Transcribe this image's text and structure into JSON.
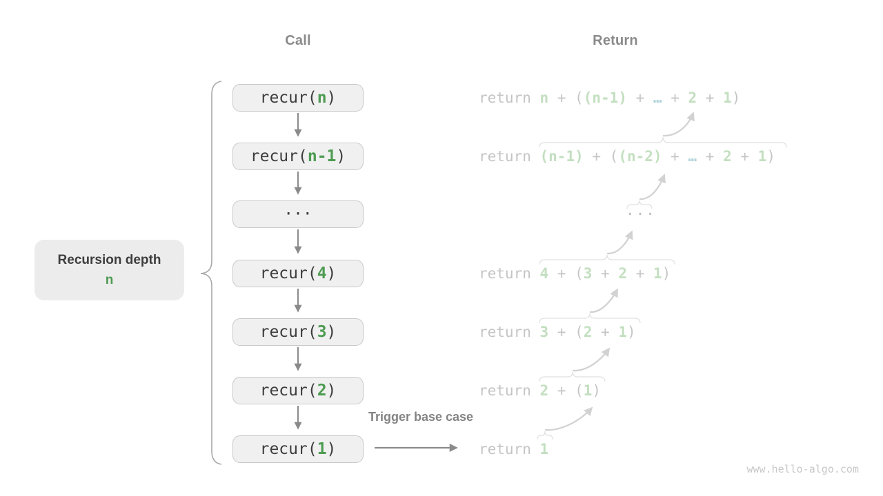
{
  "headers": {
    "call": "Call",
    "return": "Return"
  },
  "depth_label": {
    "title": "Recursion depth",
    "value": "n"
  },
  "trigger": {
    "label": "Trigger base case"
  },
  "watermark": "www.hello-algo.com",
  "colors": {
    "accent_green": "#4e9b52",
    "faded_green": "#c3dfc0",
    "faded_blue": "#aed2da",
    "box_background": "#f0f0f0",
    "box_border": "#c9c9c9",
    "header_gray": "#8a8a8a",
    "faded_gray": "#c5c5c5"
  },
  "call_boxes": [
    {
      "segments": [
        {
          "t": "recur(",
          "c": "dark"
        },
        {
          "t": "n",
          "c": "green"
        },
        {
          "t": ")",
          "c": "dark"
        }
      ]
    },
    {
      "segments": [
        {
          "t": "recur(",
          "c": "dark"
        },
        {
          "t": "n-1",
          "c": "green"
        },
        {
          "t": ")",
          "c": "dark"
        }
      ]
    },
    {
      "segments": [
        {
          "t": "···",
          "c": "dark"
        }
      ]
    },
    {
      "segments": [
        {
          "t": "recur(",
          "c": "dark"
        },
        {
          "t": "4",
          "c": "green"
        },
        {
          "t": ")",
          "c": "dark"
        }
      ]
    },
    {
      "segments": [
        {
          "t": "recur(",
          "c": "dark"
        },
        {
          "t": "3",
          "c": "green"
        },
        {
          "t": ")",
          "c": "dark"
        }
      ]
    },
    {
      "segments": [
        {
          "t": "recur(",
          "c": "dark"
        },
        {
          "t": "2",
          "c": "green"
        },
        {
          "t": ")",
          "c": "dark"
        }
      ]
    },
    {
      "segments": [
        {
          "t": "recur(",
          "c": "dark"
        },
        {
          "t": "1",
          "c": "green"
        },
        {
          "t": ")",
          "c": "dark"
        }
      ]
    }
  ],
  "return_lines": [
    {
      "segments": [
        {
          "t": "return ",
          "c": "gray"
        },
        {
          "t": "n",
          "c": "fgreen"
        },
        {
          "t": " + (",
          "c": "gray"
        },
        {
          "t": "(n-1)",
          "c": "fgreen"
        },
        {
          "t": " + ",
          "c": "gray"
        },
        {
          "t": "…",
          "c": "fblue"
        },
        {
          "t": " + ",
          "c": "gray"
        },
        {
          "t": "2",
          "c": "fgreen"
        },
        {
          "t": " + ",
          "c": "gray"
        },
        {
          "t": "1",
          "c": "fgreen"
        },
        {
          "t": ")",
          "c": "gray"
        }
      ]
    },
    {
      "segments": [
        {
          "t": "return ",
          "c": "gray"
        },
        {
          "t": "(n-1)",
          "c": "fgreen"
        },
        {
          "t": " + (",
          "c": "gray"
        },
        {
          "t": "(n-2)",
          "c": "fgreen"
        },
        {
          "t": " + ",
          "c": "gray"
        },
        {
          "t": "…",
          "c": "fblue"
        },
        {
          "t": " + ",
          "c": "gray"
        },
        {
          "t": "2",
          "c": "fgreen"
        },
        {
          "t": " + ",
          "c": "gray"
        },
        {
          "t": "1",
          "c": "fgreen"
        },
        {
          "t": ")",
          "c": "gray"
        }
      ]
    },
    {
      "segments": [
        {
          "t": "···",
          "c": "fdots"
        }
      ]
    },
    {
      "segments": [
        {
          "t": "return ",
          "c": "gray"
        },
        {
          "t": "4",
          "c": "fgreen"
        },
        {
          "t": " + (",
          "c": "gray"
        },
        {
          "t": "3",
          "c": "fgreen"
        },
        {
          "t": " + ",
          "c": "gray"
        },
        {
          "t": "2",
          "c": "fgreen"
        },
        {
          "t": " + ",
          "c": "gray"
        },
        {
          "t": "1",
          "c": "fgreen"
        },
        {
          "t": ")",
          "c": "gray"
        }
      ]
    },
    {
      "segments": [
        {
          "t": "return ",
          "c": "gray"
        },
        {
          "t": "3",
          "c": "fgreen"
        },
        {
          "t": " + (",
          "c": "gray"
        },
        {
          "t": "2",
          "c": "fgreen"
        },
        {
          "t": " + ",
          "c": "gray"
        },
        {
          "t": "1",
          "c": "fgreen"
        },
        {
          "t": ")",
          "c": "gray"
        }
      ]
    },
    {
      "segments": [
        {
          "t": "return ",
          "c": "gray"
        },
        {
          "t": "2",
          "c": "fgreen"
        },
        {
          "t": " + (",
          "c": "gray"
        },
        {
          "t": "1",
          "c": "fgreen"
        },
        {
          "t": ")",
          "c": "gray"
        }
      ]
    },
    {
      "segments": [
        {
          "t": "return ",
          "c": "gray"
        },
        {
          "t": "1",
          "c": "fgreen"
        }
      ]
    }
  ]
}
